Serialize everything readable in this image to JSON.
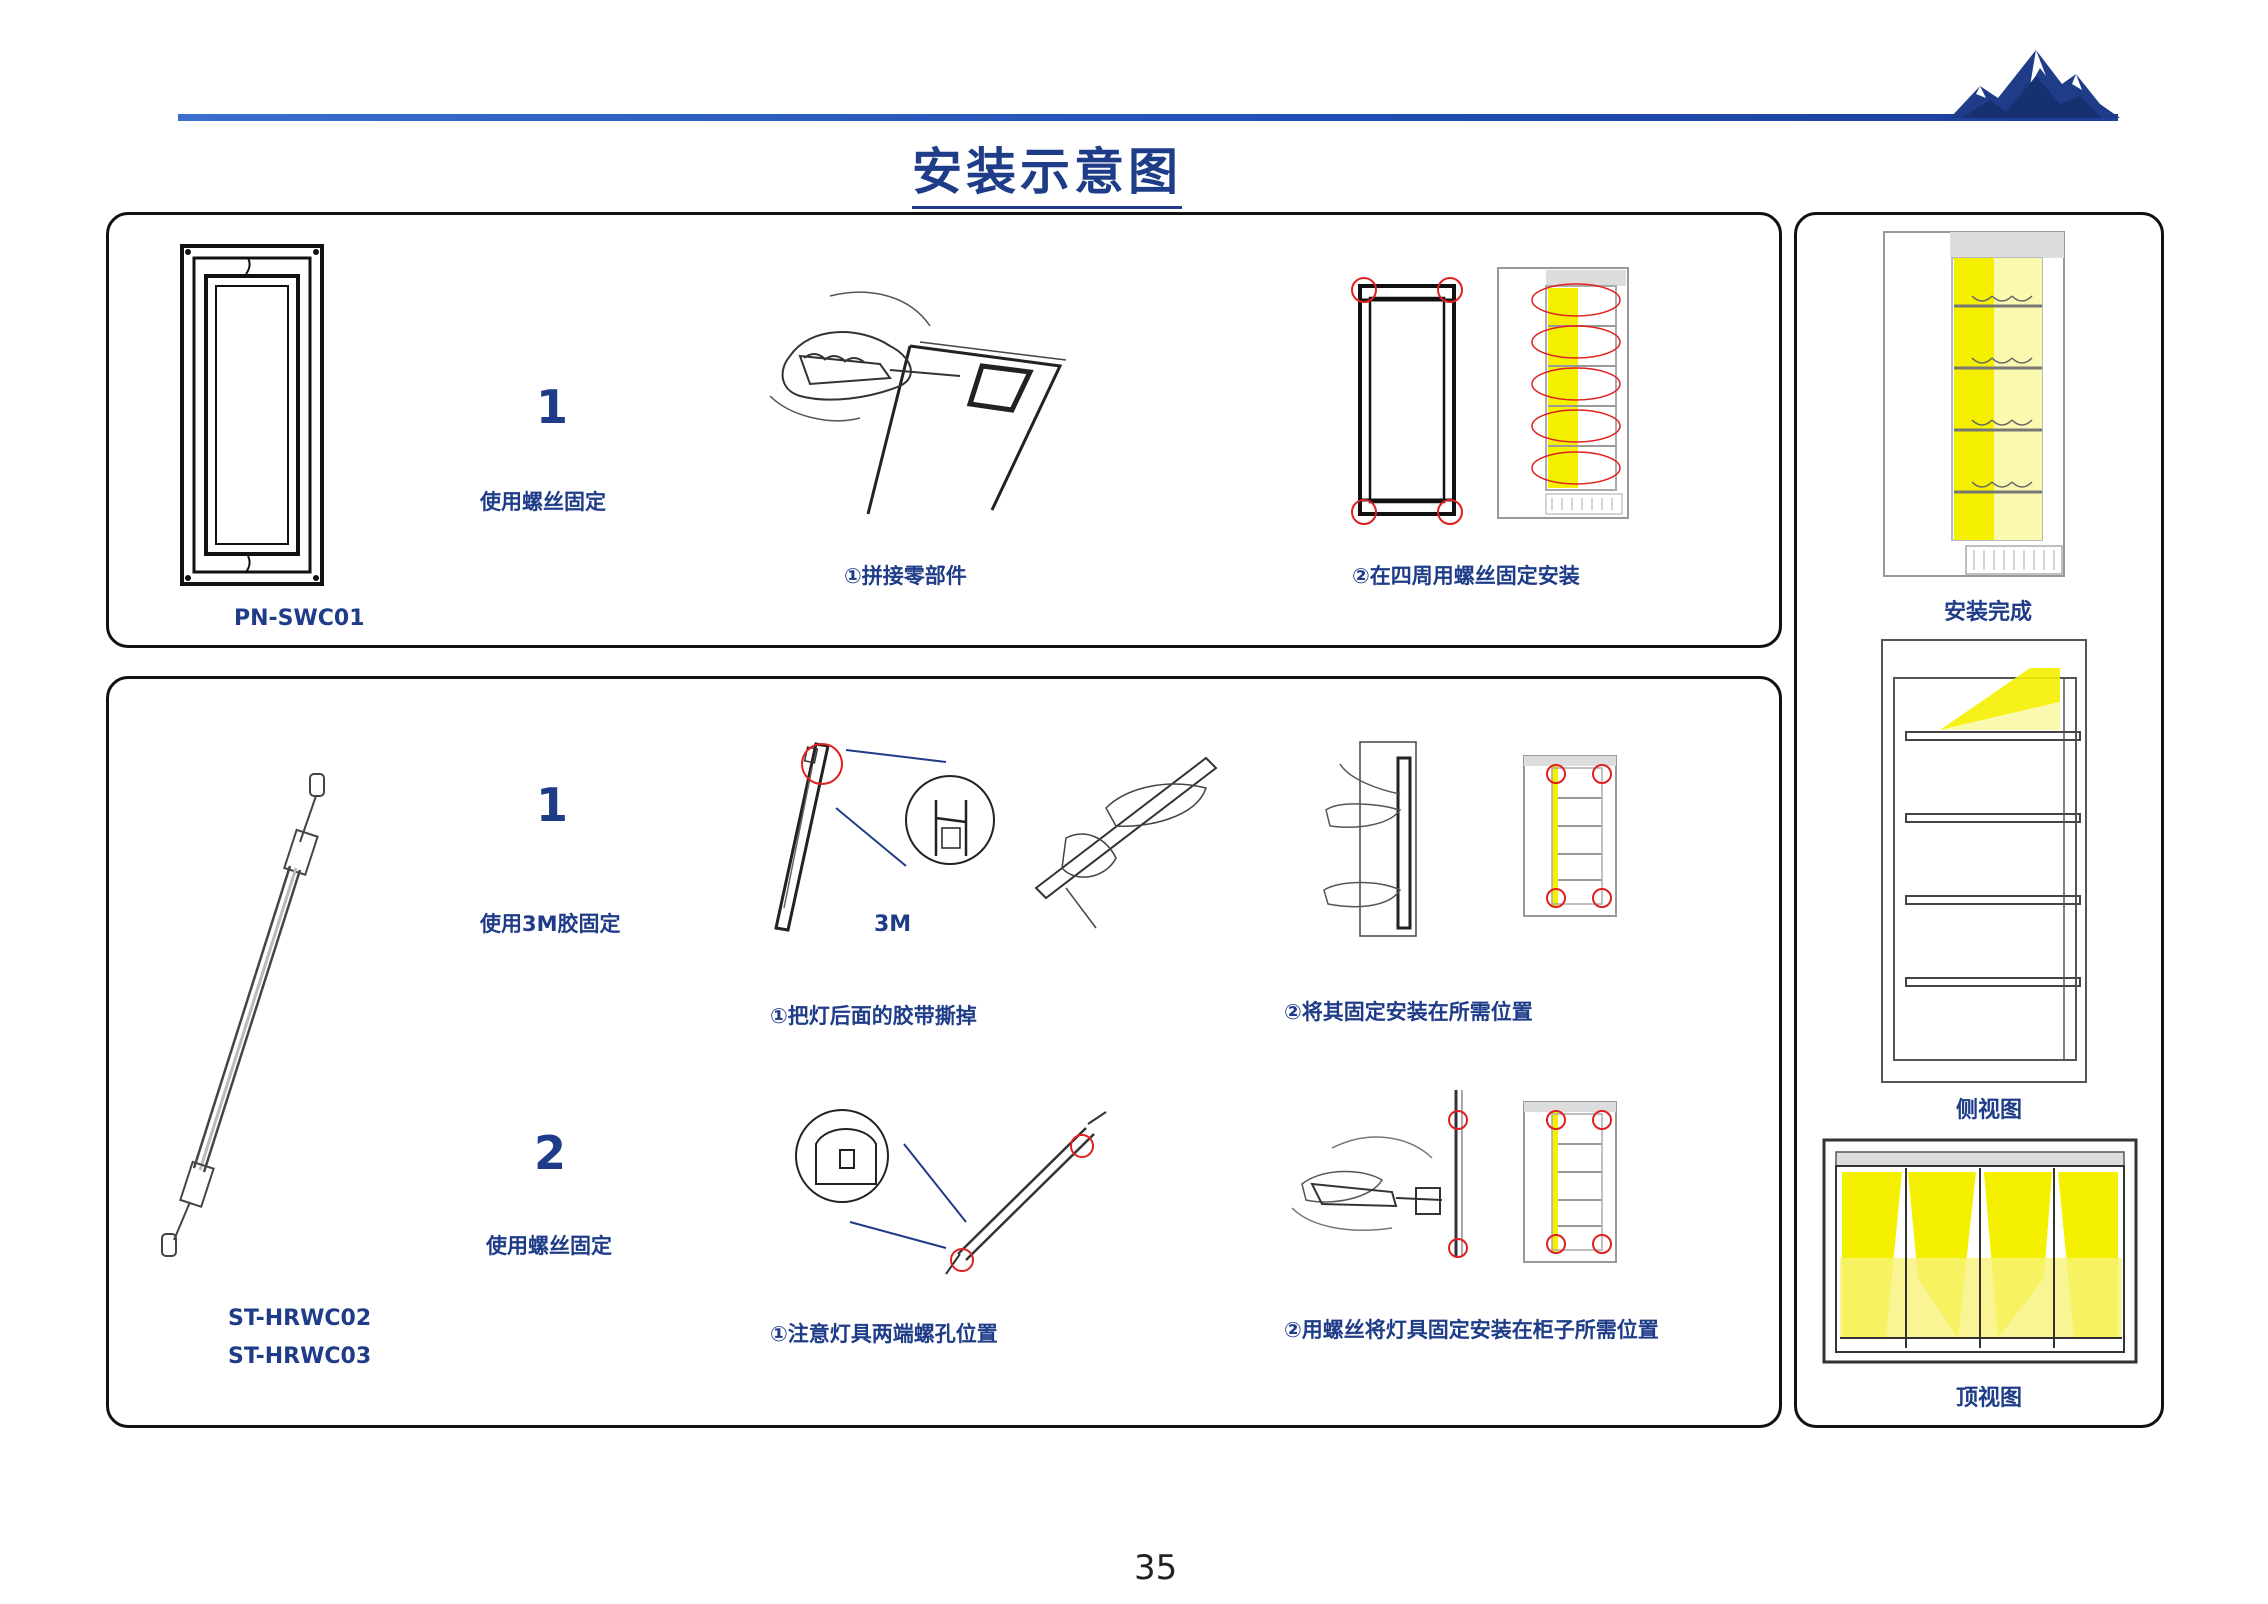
{
  "page_title": "安装示意图",
  "page_number": "35",
  "logo_icon": "mountain-logo-icon",
  "accent_color": "#1f3c88",
  "highlight_color": "#f5f000",
  "section_top": {
    "model": "PN-SWC01",
    "step_number": "1",
    "step_method": "使用螺丝固定",
    "sub1": "①拼接零部件",
    "sub2": "②在四周用螺丝固定安装"
  },
  "section_bottom": {
    "models": [
      "ST-HRWC02",
      "ST-HRWC03"
    ],
    "step1_number": "1",
    "step1_method": "使用3M胶固定",
    "step1_tape_label": "3M",
    "step1_sub1": "①把灯后面的胶带撕掉",
    "step1_sub2": "②将其固定安装在所需位置",
    "step2_number": "2",
    "step2_method": "使用螺丝固定",
    "step2_sub1": "①注意灯具两端螺孔位置",
    "step2_sub2": "②用螺丝将灯具固定安装在柜子所需位置"
  },
  "side_panel": {
    "finished_label": "安装完成",
    "side_view_label": "侧视图",
    "top_view_label": "顶视图"
  }
}
